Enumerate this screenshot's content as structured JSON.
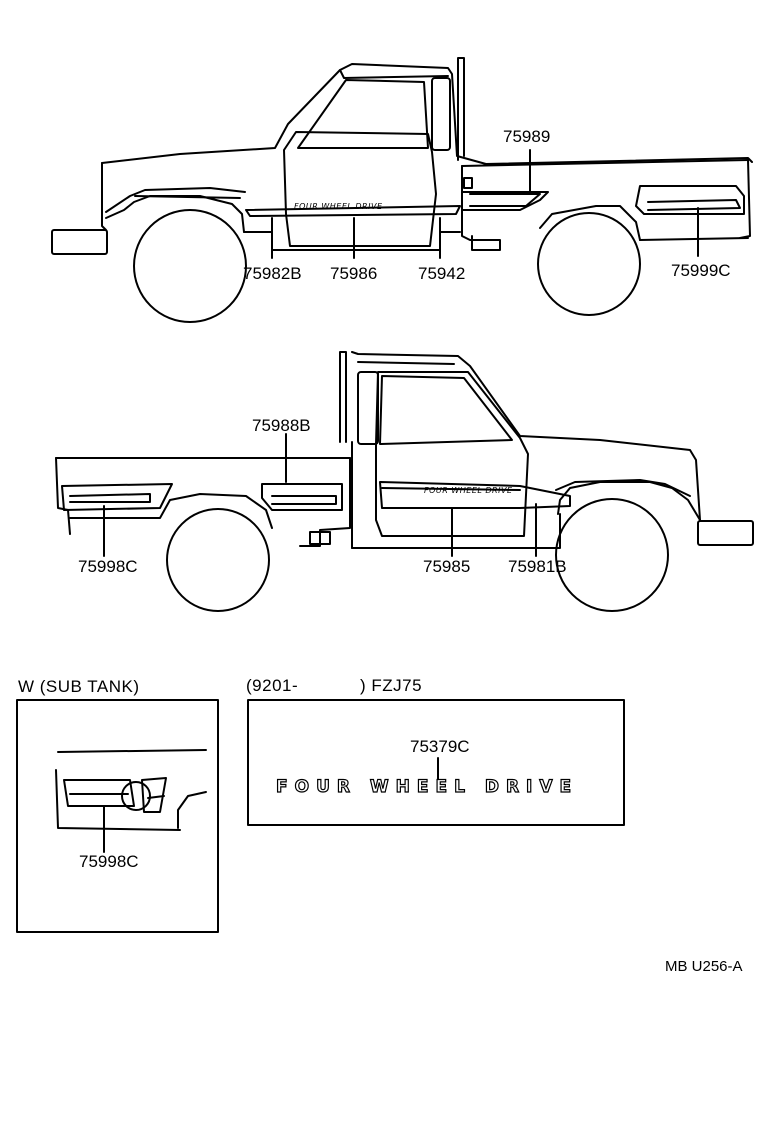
{
  "top_view": {
    "callouts": [
      "75989",
      "75982B",
      "75986",
      "75942",
      "75999C"
    ],
    "stripe_text": "FOUR WHEEL DRIVE"
  },
  "bottom_view": {
    "callouts": [
      "75988B",
      "75998C",
      "75985",
      "75981B"
    ],
    "stripe_text": "FOUR WHEEL DRIVE"
  },
  "sub_tank": {
    "title": "W (SUB TANK)",
    "callout": "75998C"
  },
  "emblem_box": {
    "title_open": "(9201-",
    "title_close": ") FZJ75",
    "callout": "75379C",
    "emblem_text": "FOUR WHEEL DRIVE"
  },
  "reference": "MB  U256-A"
}
